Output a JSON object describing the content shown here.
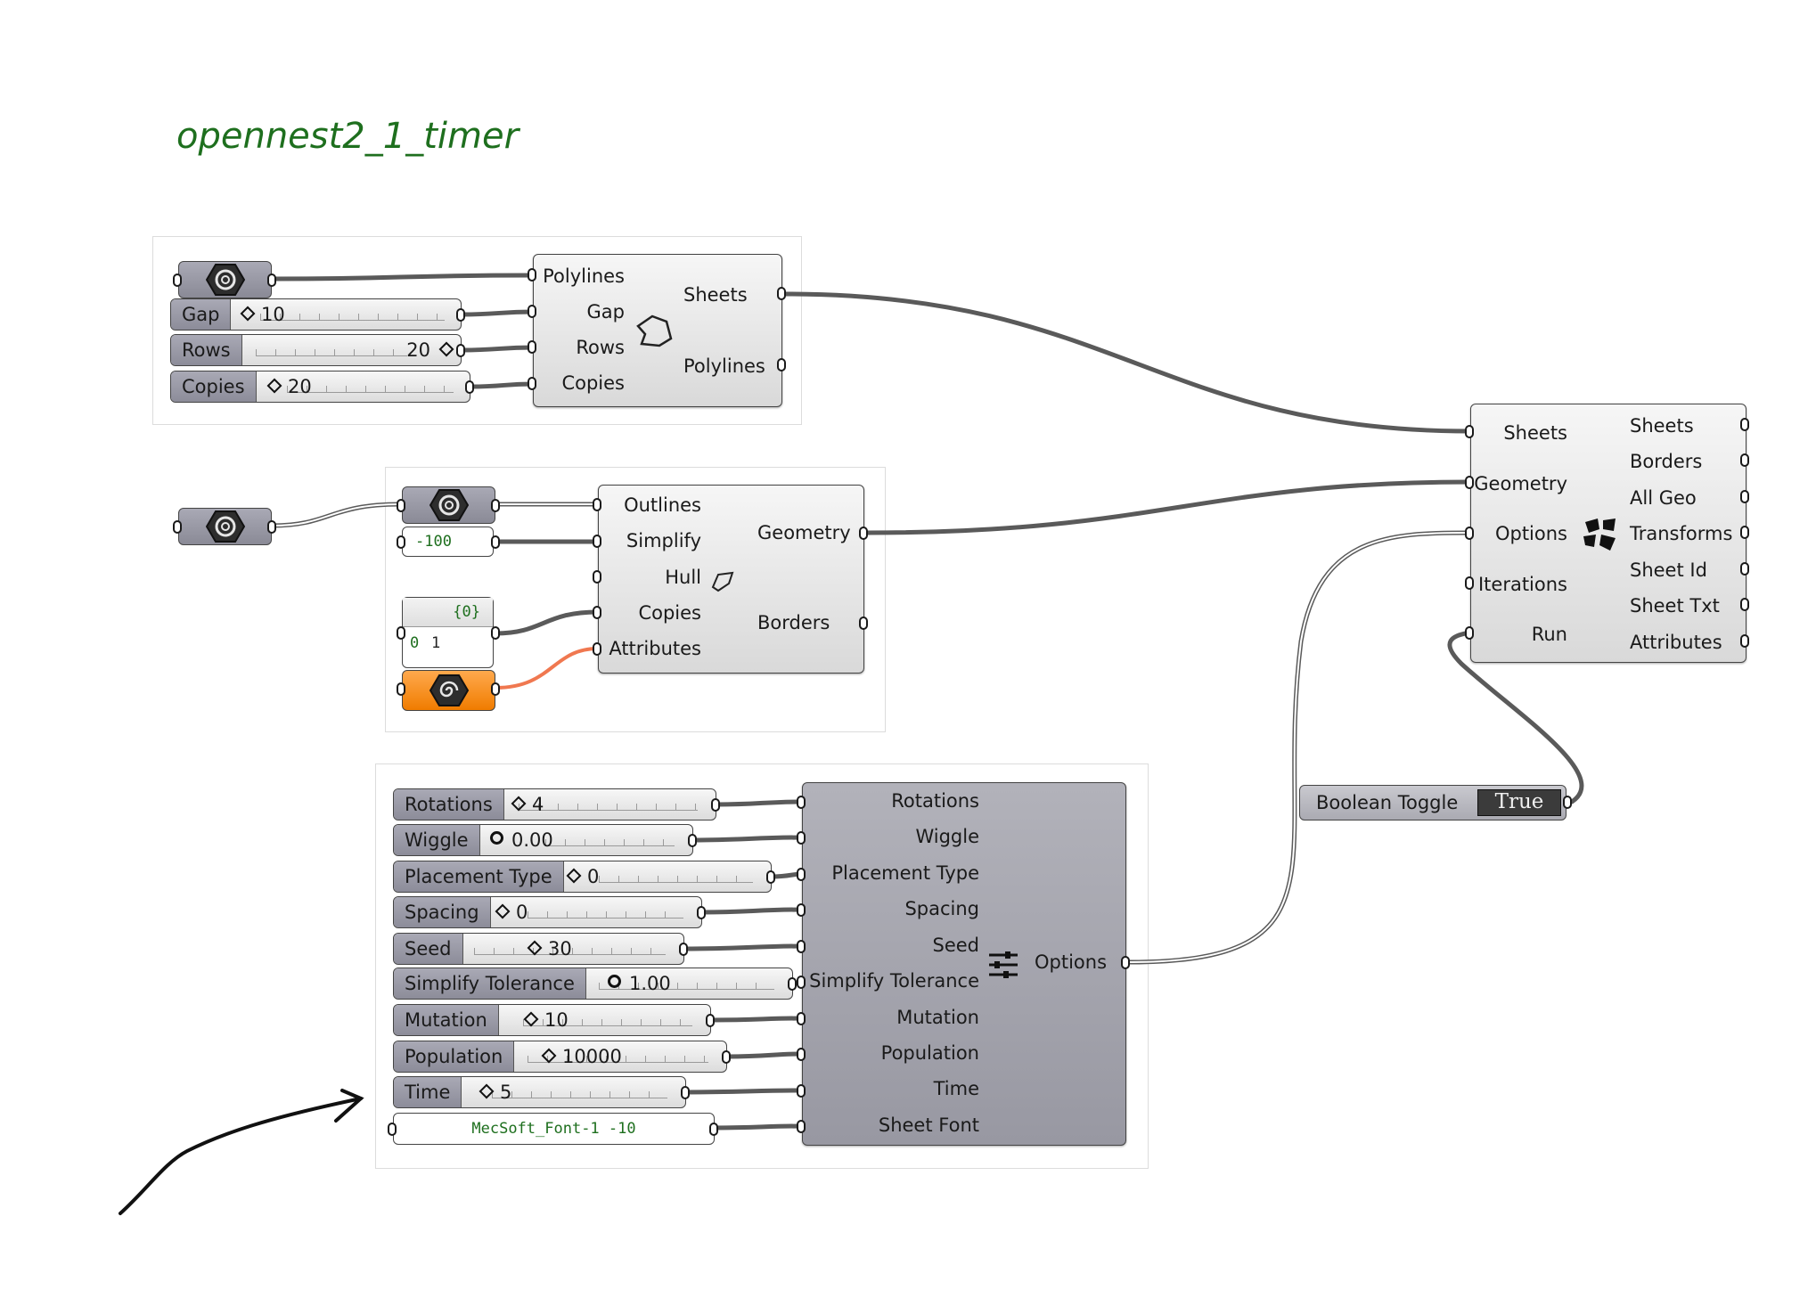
{
  "canvas": {
    "title": "opennest2_1_timer",
    "wire_color": "#5a5a5a",
    "highlight_wire_color": "#f07850",
    "title_color": "#1e6f1e"
  },
  "sheet_component": {
    "inputs": [
      "Polylines",
      "Gap",
      "Rows",
      "Copies"
    ],
    "outputs": [
      "Sheets",
      "Polylines"
    ],
    "icon": "polyline-shape-icon"
  },
  "sheet_sliders": {
    "gap": {
      "name": "Gap",
      "value": "10"
    },
    "rows": {
      "name": "Rows",
      "value": "20"
    },
    "copies": {
      "name": "Copies",
      "value": "20"
    }
  },
  "geometry_component": {
    "inputs": [
      "Outlines",
      "Simplify",
      "Hull",
      "Copies",
      "Attributes"
    ],
    "outputs": [
      "Geometry",
      "Borders"
    ],
    "icon": "polygon-outline-icon"
  },
  "geometry_inputs": {
    "simplify_value": "-100",
    "panel_header": "{0}",
    "panel_index": "0",
    "panel_value": "1"
  },
  "options_component": {
    "inputs": [
      "Rotations",
      "Wiggle",
      "Placement Type",
      "Spacing",
      "Seed",
      "Simplify Tolerance",
      "Mutation",
      "Population",
      "Time",
      "Sheet Font"
    ],
    "output": "Options",
    "icon": "sliders-icon"
  },
  "options_sliders": [
    {
      "name": "Rotations",
      "value": "4"
    },
    {
      "name": "Wiggle",
      "value": "0.00"
    },
    {
      "name": "Placement Type",
      "value": "0"
    },
    {
      "name": "Spacing",
      "value": "0"
    },
    {
      "name": "Seed",
      "value": "30"
    },
    {
      "name": "Simplify Tolerance",
      "value": "1.00"
    },
    {
      "name": "Mutation",
      "value": "10"
    },
    {
      "name": "Population",
      "value": "10000"
    },
    {
      "name": "Time",
      "value": "5"
    }
  ],
  "font_text": "MecSoft_Font-1 -10",
  "nest_component": {
    "inputs": [
      "Sheets",
      "Geometry",
      "Options",
      "Iterations",
      "Run"
    ],
    "outputs": [
      "Sheets",
      "Borders",
      "All Geo",
      "Transforms",
      "Sheet Id",
      "Sheet Txt",
      "Attributes"
    ],
    "icon": "opennest-logo-icon"
  },
  "boolean_toggle": {
    "label": "Boolean Toggle",
    "value": "True"
  }
}
